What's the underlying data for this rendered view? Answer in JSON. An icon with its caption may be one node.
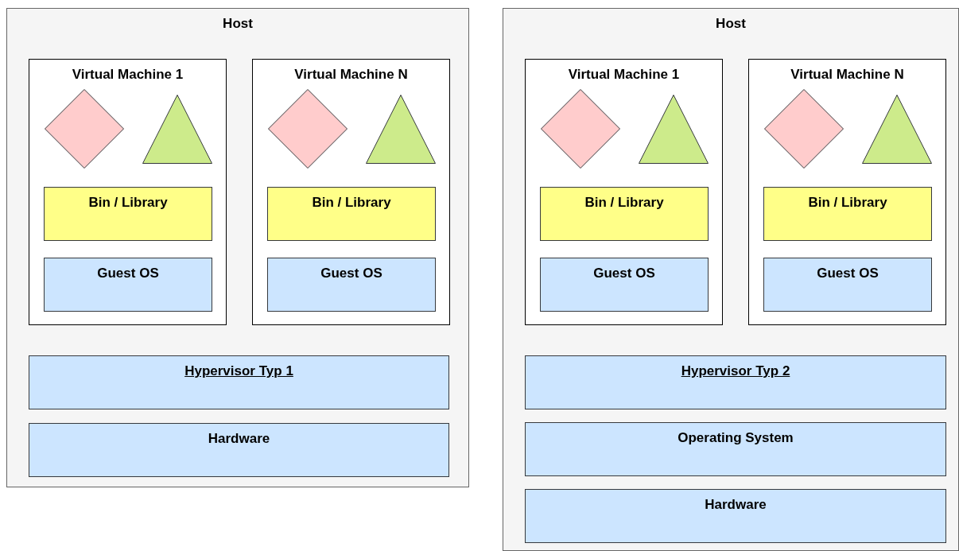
{
  "diagram": {
    "nodes": [
      {
        "text": [
          "Host"
        ]
      },
      {
        "text": [
          "Virtual Machine 1"
        ],
        "in": 0
      },
      {
        "text": [],
        "shape": "diamond",
        "in": 1
      },
      {
        "text": [],
        "shape": "triangle",
        "in": 1
      },
      {
        "text": [
          "Bin / Library"
        ],
        "in": 1
      },
      {
        "text": [
          "Guest OS"
        ],
        "in": 1
      },
      {
        "text": [
          "Virtual Machine N"
        ],
        "in": 0
      },
      {
        "text": [],
        "shape": "diamond",
        "in": 6
      },
      {
        "text": [],
        "shape": "triangle",
        "in": 6
      },
      {
        "text": [
          "Bin / Library"
        ],
        "in": 6
      },
      {
        "text": [
          "Guest OS"
        ],
        "in": 6
      },
      {
        "text": [
          "Hypervisor Typ 1"
        ],
        "in": 0
      },
      {
        "text": [
          "Hardware"
        ],
        "in": 0
      },
      {
        "text": [
          "Host"
        ]
      },
      {
        "text": [
          "Virtual Machine 1"
        ],
        "in": 13
      },
      {
        "text": [],
        "shape": "diamond",
        "in": 14
      },
      {
        "text": [],
        "shape": "triangle",
        "in": 14
      },
      {
        "text": [
          "Bin / Library"
        ],
        "in": 14
      },
      {
        "text": [
          "Guest OS"
        ],
        "in": 14
      },
      {
        "text": [
          "Virtual Machine N"
        ],
        "in": 13
      },
      {
        "text": [],
        "shape": "diamond",
        "in": 19
      },
      {
        "text": [],
        "shape": "triangle",
        "in": 19
      },
      {
        "text": [
          "Bin / Library"
        ],
        "in": 19
      },
      {
        "text": [
          "Guest OS"
        ],
        "in": 19
      },
      {
        "text": [
          "Hypervisor Typ 2"
        ],
        "in": 13
      },
      {
        "text": [
          "Operating System"
        ],
        "in": 13
      },
      {
        "text": [
          "Hardware"
        ],
        "in": 13
      }
    ]
  }
}
